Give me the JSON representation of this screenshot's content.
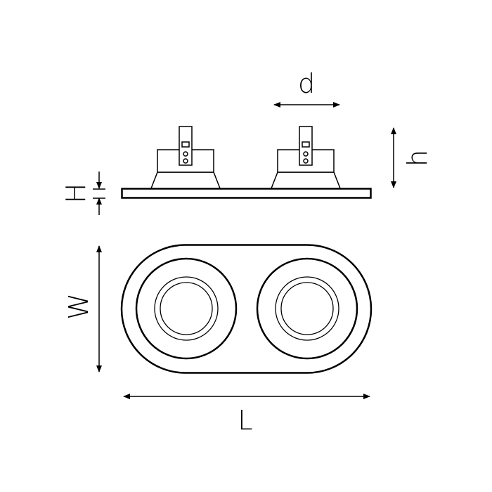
{
  "drawing": {
    "type": "technical-dimension-drawing",
    "subject": "double recessed downlight (two round lamps in oval plate)",
    "line_color": "#000000",
    "background": "#ffffff"
  },
  "dimensions": {
    "d": "d",
    "h": "h",
    "H": "H",
    "W": "W",
    "L": "L"
  },
  "views": {
    "side": {
      "lamp_count": 2
    },
    "top": {
      "lamp_count": 2
    }
  }
}
